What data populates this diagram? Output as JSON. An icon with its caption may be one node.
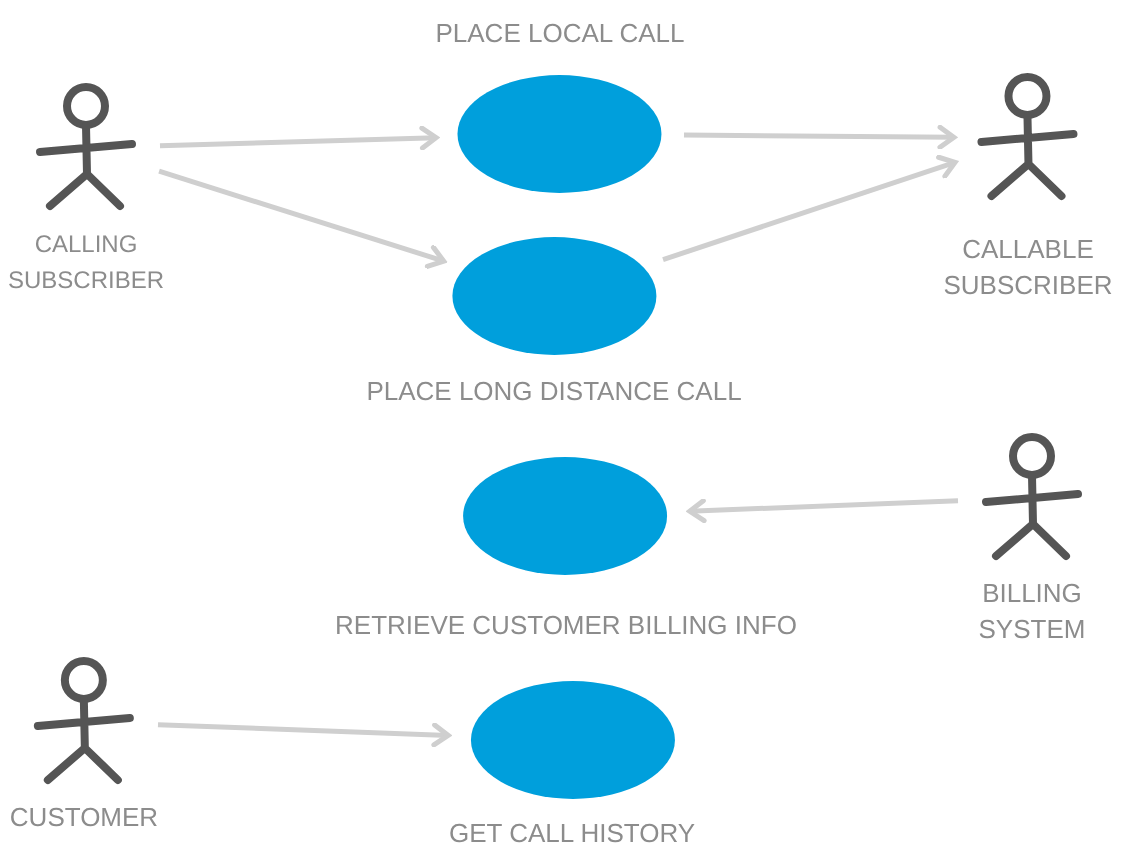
{
  "diagram": {
    "nodes": [
      {
        "text": [
          "CALLING SUBSCRIBER"
        ]
      },
      {
        "text": [
          "PLACE LOCAL CALL"
        ]
      },
      {
        "text": [
          "CALLABLE SUBSCRIBER"
        ]
      },
      {
        "text": [
          "PLACE LONG DISTANCE CALL"
        ]
      },
      {
        "text": [
          "RETRIEVE CUSTOMER BILLING INFO"
        ]
      },
      {
        "text": [
          "BILLING SYSTEM"
        ]
      },
      {
        "text": [
          "CUSTOMER"
        ]
      },
      {
        "text": [
          "GET CALL HISTORY"
        ]
      }
    ],
    "edges": [
      {
        "from": 0,
        "to": 1,
        "arrow": "to"
      },
      {
        "from": 0,
        "to": 3,
        "arrow": "to"
      },
      {
        "from": 1,
        "to": 2,
        "arrow": "to"
      },
      {
        "from": 3,
        "to": 2,
        "arrow": "to"
      },
      {
        "from": 5,
        "to": 4,
        "arrow": "to"
      },
      {
        "from": 6,
        "to": 7,
        "arrow": "to"
      }
    ]
  }
}
